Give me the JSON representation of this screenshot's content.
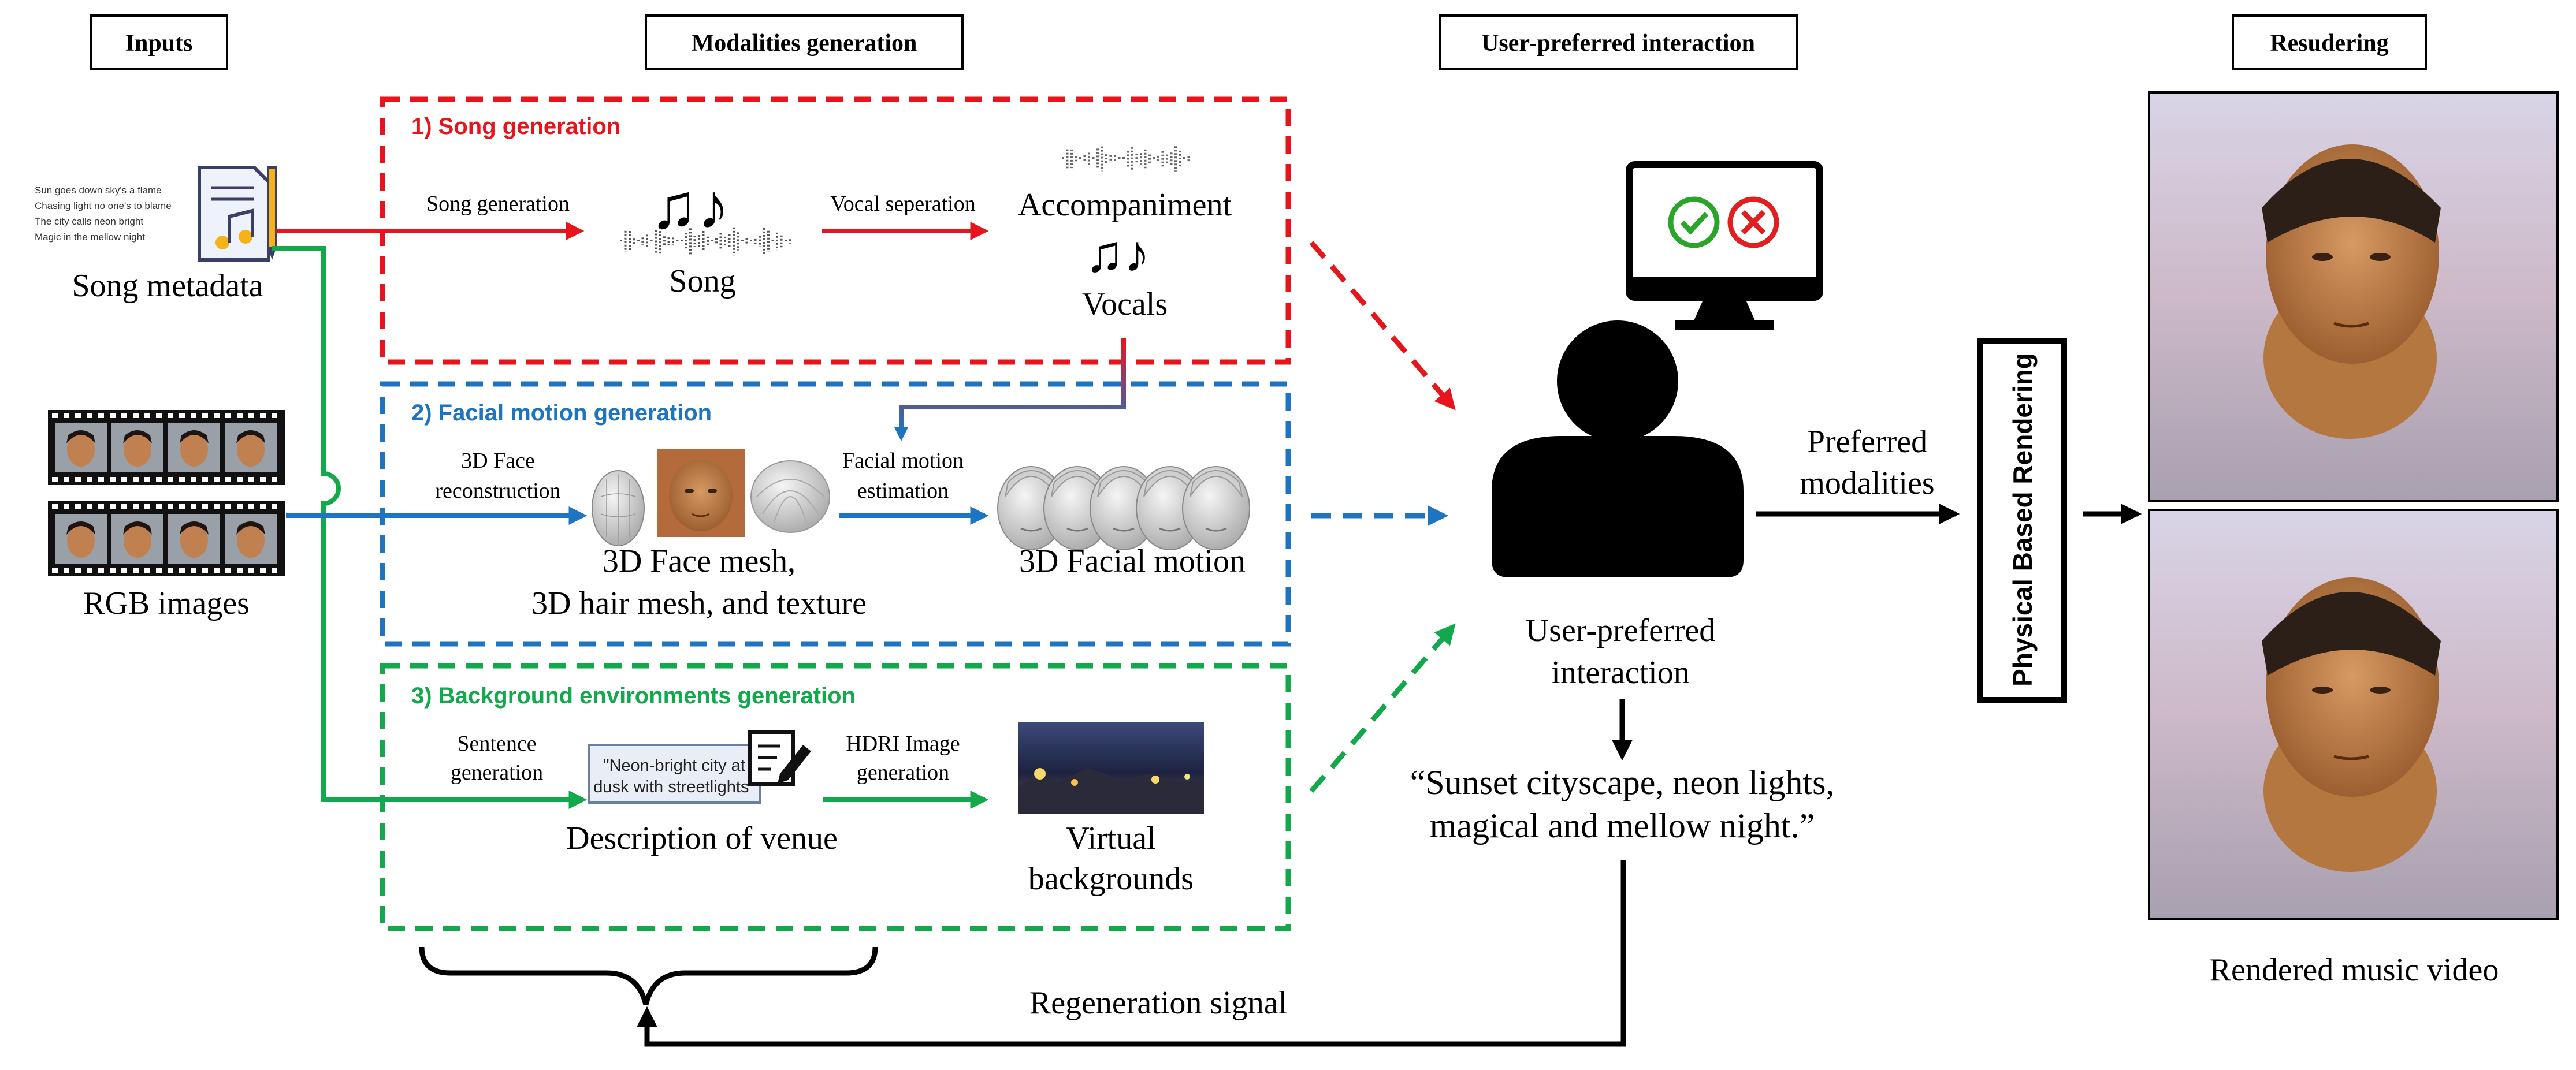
{
  "headers": {
    "inputs": "Inputs",
    "modalities": "Modalities generation",
    "interaction": "User-preferred interaction",
    "rendering": "Resudering"
  },
  "inputs": {
    "lyrics": [
      "Sun goes down sky's a flame",
      "Chasing light no one's to blame",
      "The city calls neon bright",
      "Magic in the mellow night"
    ],
    "song_metadata_label": "Song metadata",
    "rgb_images_label": "RGB images"
  },
  "song_generation": {
    "title": "1) Song generation",
    "arrow1_label": "Song generation",
    "song_label": "Song",
    "arrow2_label": "Vocal seperation",
    "accompaniment_label": "Accompaniment",
    "vocals_label": "Vocals"
  },
  "facial_motion": {
    "title": "2) Facial motion generation",
    "arrow1_label_line1": "3D Face",
    "arrow1_label_line2": "reconstruction",
    "mesh_label_line1": "3D Face mesh,",
    "mesh_label_line2": "3D hair mesh, and texture",
    "arrow2_label_line1": "Facial motion",
    "arrow2_label_line2": "estimation",
    "motion_label": "3D Facial motion"
  },
  "background": {
    "title": "3) Background environments generation",
    "arrow1_label_line1": "Sentence",
    "arrow1_label_line2": "generation",
    "description_text_line1": "\"Neon-bright city at",
    "description_text_line2": "dusk with streetlights\"",
    "description_label": "Description of venue",
    "arrow2_label_line1": "HDRI Image",
    "arrow2_label_line2": "generation",
    "virtual_label_line1": "Virtual",
    "virtual_label_line2": "backgrounds"
  },
  "interaction": {
    "user_label_line1": "User-preferred",
    "user_label_line2": "interaction",
    "quote_line1": "“Sunset cityscape, neon lights,",
    "quote_line2": "magical and mellow night.”",
    "preferred_line1": "Preferred",
    "preferred_line2": "modalities",
    "regeneration_label": "Regeneration signal"
  },
  "rendering": {
    "pbr_label": "Physical Based Rendering",
    "output_label": "Rendered music video"
  },
  "colors": {
    "song": "#e8141c",
    "facial": "#1f74c1",
    "background": "#13a84b",
    "check": "#2aa52a",
    "cross": "#e02020"
  }
}
